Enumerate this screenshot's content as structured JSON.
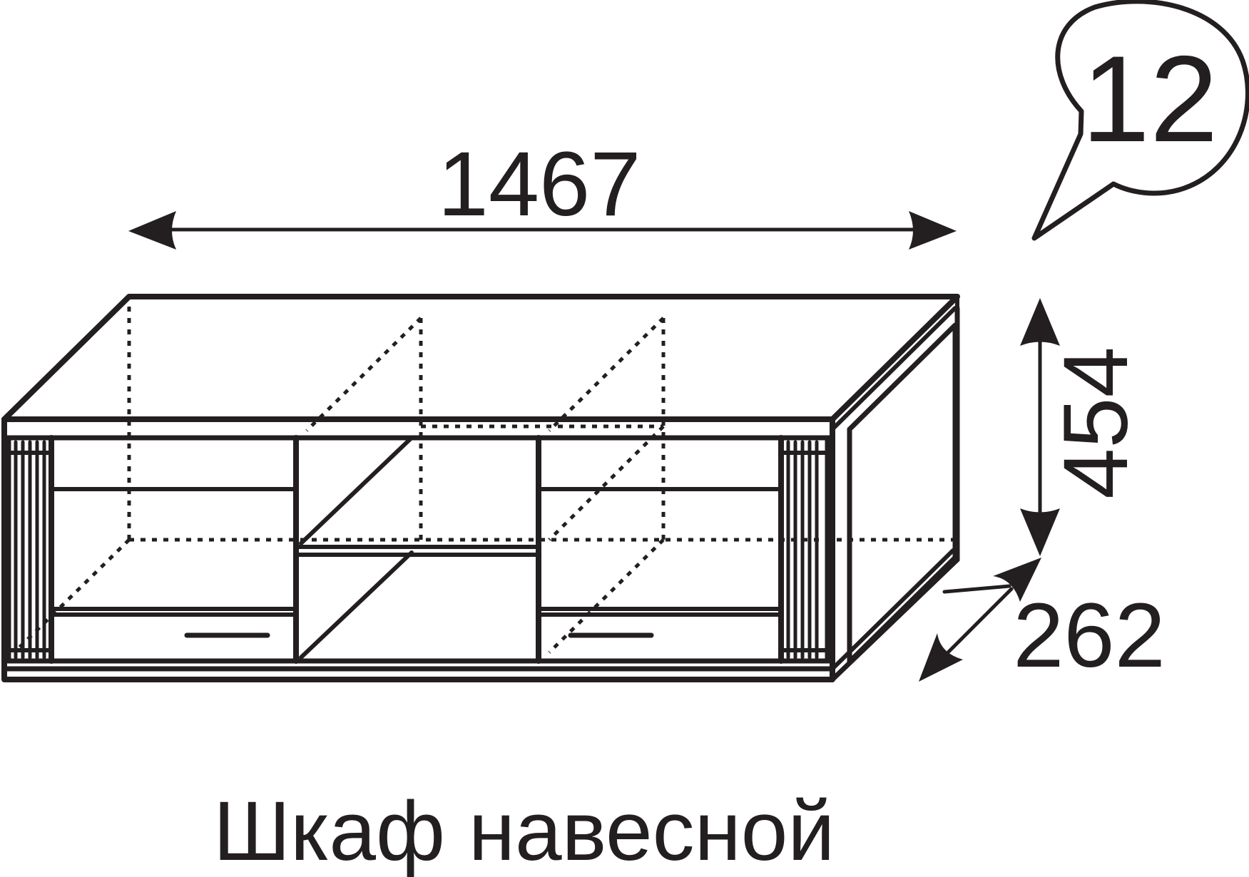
{
  "item_number": "12",
  "dimensions": {
    "width": "1467",
    "height": "454",
    "depth": "262"
  },
  "caption": "Шкаф навесной",
  "colors": {
    "line": "#231f20",
    "background": "#ffffff"
  }
}
